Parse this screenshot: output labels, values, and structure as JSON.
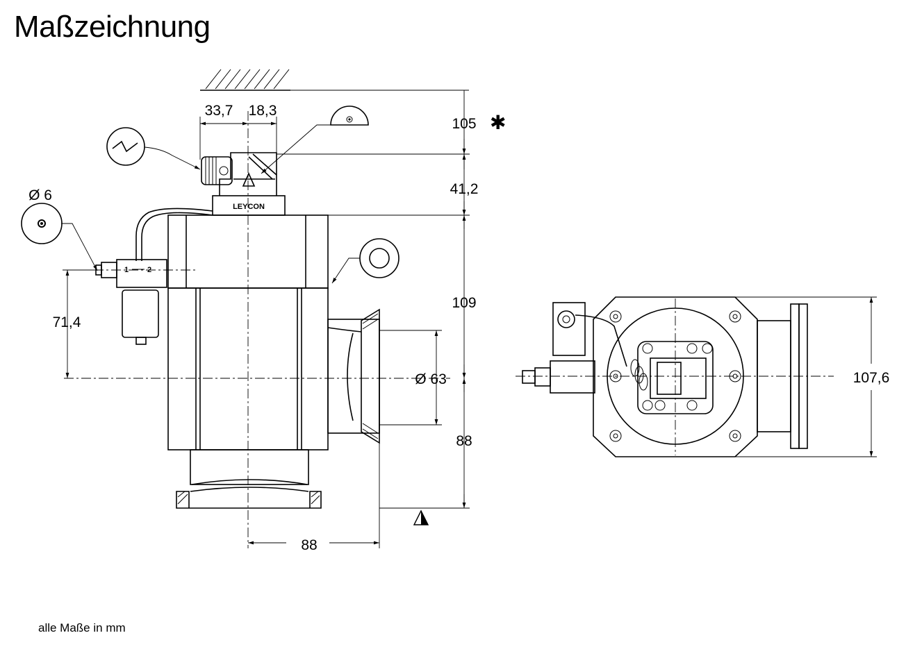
{
  "title": "Maßzeichnung",
  "units_note": "alle Maße in mm",
  "dimensions": {
    "d_33_7": "33,7",
    "d_18_3": "18,3",
    "d_105": "105",
    "d_41_2": "41,2",
    "d_109": "109",
    "d_88_v": "88",
    "d_88_h": "88",
    "d_71_4": "71,4",
    "d_phi6": "Ø 6",
    "d_phi63": "Ø 63",
    "d_107_6": "107,6"
  },
  "labels": {
    "brand": "LEYCON",
    "port_1": "1",
    "port_2": "2"
  },
  "symbols": {
    "asterisk": "✱",
    "electrical_connection": "lightning-bolt-icon",
    "pressure_connection": "dot-circle-icon",
    "flange_opening": "ring-icon",
    "rotation": "half-circle-icon",
    "datum": "triangle-datum-icon"
  }
}
